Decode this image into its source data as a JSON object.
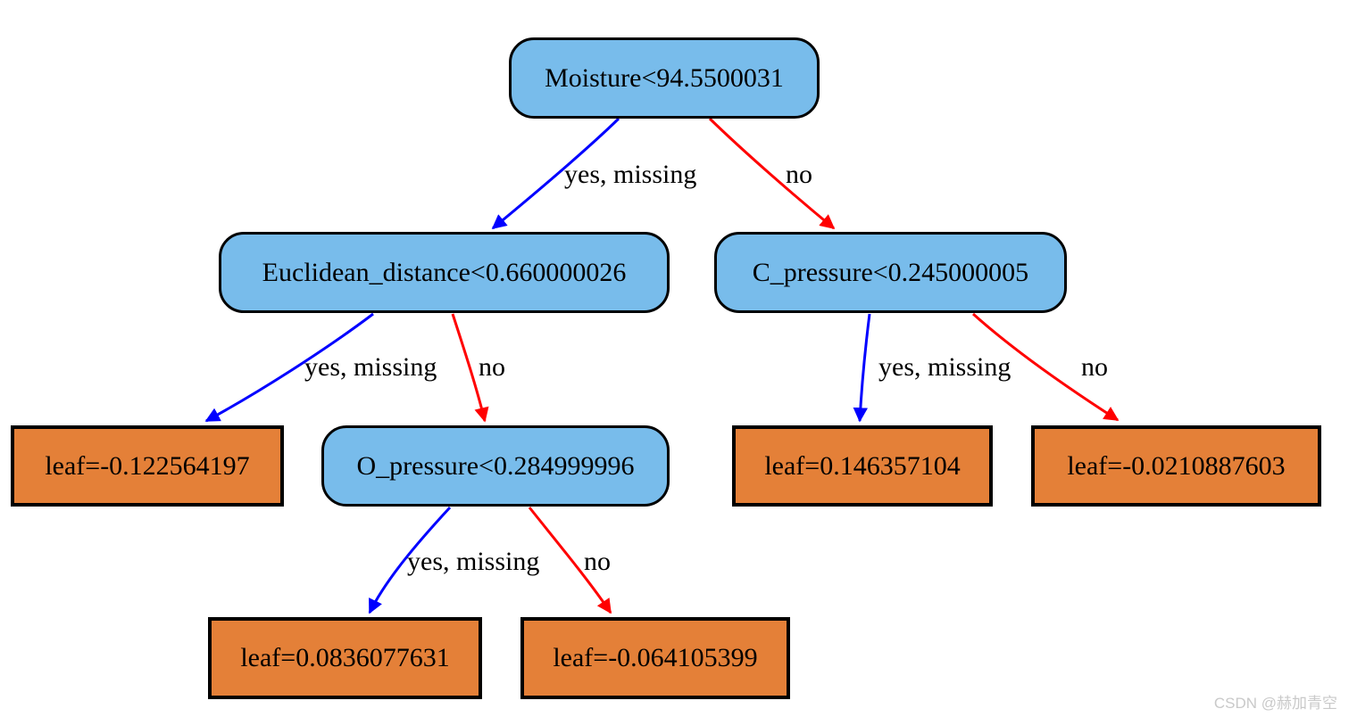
{
  "diagram": {
    "kind": "xgboost-decision-tree",
    "colors": {
      "split_node_fill": "#78bceb",
      "leaf_node_fill": "#e48038",
      "node_border": "#000000",
      "yes_missing_edge": "#0000ff",
      "no_edge": "#ff0000",
      "text": "#000000",
      "watermark_text": "#c9c9c9"
    },
    "nodes": {
      "root": {
        "label": "Moisture<94.5500031",
        "type": "split"
      },
      "euclidean": {
        "label": "Euclidean_distance<0.660000026",
        "type": "split"
      },
      "c_pressure": {
        "label": "C_pressure<0.245000005",
        "type": "split"
      },
      "leaf_a": {
        "label": "leaf=-0.122564197",
        "type": "leaf"
      },
      "o_pressure": {
        "label": "O_pressure<0.284999996",
        "type": "split"
      },
      "leaf_b": {
        "label": "leaf=0.146357104",
        "type": "leaf"
      },
      "leaf_c": {
        "label": "leaf=-0.0210887603",
        "type": "leaf"
      },
      "leaf_d": {
        "label": "leaf=0.0836077631",
        "type": "leaf"
      },
      "leaf_e": {
        "label": "leaf=-0.064105399",
        "type": "leaf"
      }
    },
    "edge_labels": {
      "yes": "yes, missing",
      "no": "no"
    },
    "edges": [
      {
        "from": "root",
        "to": "euclidean",
        "branch": "yes, missing",
        "color": "#0000ff"
      },
      {
        "from": "root",
        "to": "c_pressure",
        "branch": "no",
        "color": "#ff0000"
      },
      {
        "from": "euclidean",
        "to": "leaf_a",
        "branch": "yes, missing",
        "color": "#0000ff"
      },
      {
        "from": "euclidean",
        "to": "o_pressure",
        "branch": "no",
        "color": "#ff0000"
      },
      {
        "from": "c_pressure",
        "to": "leaf_b",
        "branch": "yes, missing",
        "color": "#0000ff"
      },
      {
        "from": "c_pressure",
        "to": "leaf_c",
        "branch": "no",
        "color": "#ff0000"
      },
      {
        "from": "o_pressure",
        "to": "leaf_d",
        "branch": "yes, missing",
        "color": "#0000ff"
      },
      {
        "from": "o_pressure",
        "to": "leaf_e",
        "branch": "no",
        "color": "#ff0000"
      }
    ],
    "watermark": "CSDN @赫加青空"
  }
}
